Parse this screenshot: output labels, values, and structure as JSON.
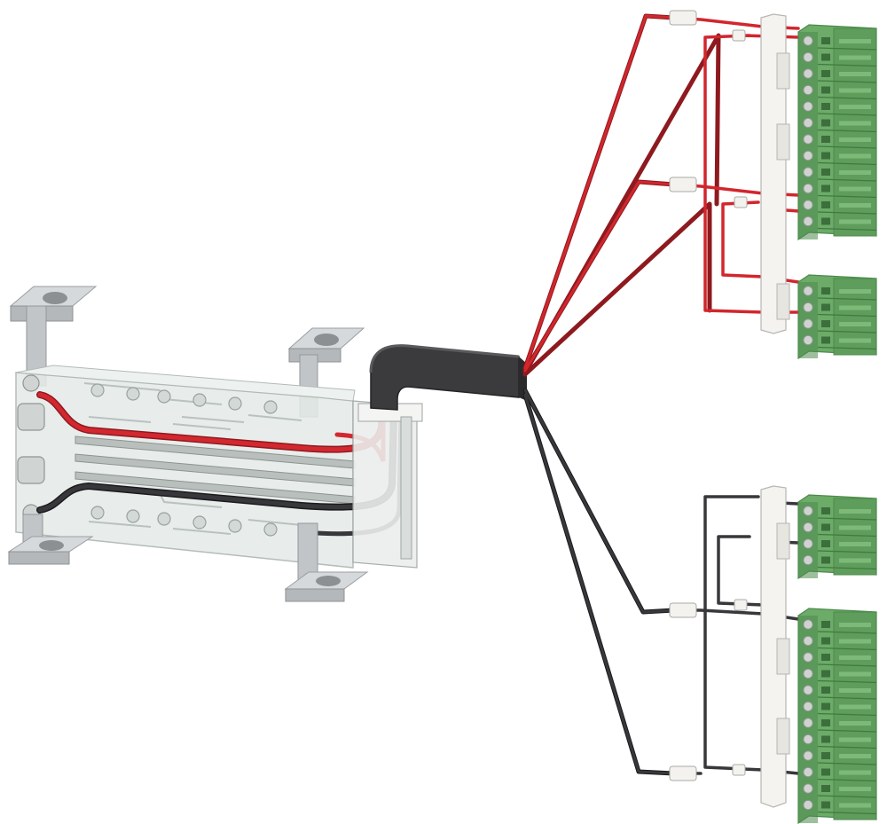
{
  "colors": {
    "background": "#ffffff",
    "wire_red": "#c8262c",
    "wire_black": "#2f2f33",
    "sleeve": "#3a3a3d",
    "terminal_green": "#6cab68",
    "terminal_green_dark": "#4d8a4c",
    "screw_gray": "#cfd3d0",
    "bracket_metal": "#c4c7c9",
    "plate_glass": "#dfe6e3",
    "holder_white": "#f2f0ec"
  },
  "terminal_blocks": [
    {
      "group": "red",
      "poles": 12
    },
    {
      "group": "red",
      "poles": 4
    },
    {
      "group": "black",
      "poles": 4
    },
    {
      "group": "black",
      "poles": 12
    }
  ]
}
